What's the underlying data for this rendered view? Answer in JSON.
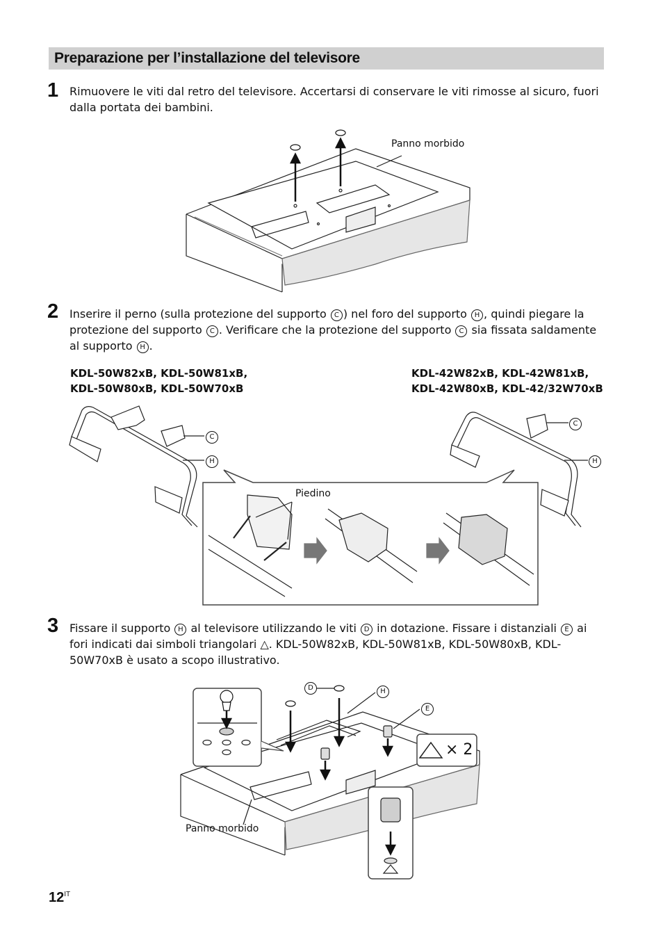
{
  "section": {
    "title": "Preparazione per l’installazione del televisore"
  },
  "steps": [
    {
      "number": "1",
      "text": "Rimuovere le viti dal retro del televisore. Accertarsi di conservare le viti rimosse al sicuro, fuori dalla portata dei bambini."
    },
    {
      "number": "2",
      "text_parts": [
        "Inserire il perno (sulla protezione del supporto ",
        "C",
        ") nel foro del supporto ",
        "H",
        ", quindi piegare la protezione del supporto ",
        "C",
        ". Verificare che la protezione del supporto ",
        "C",
        " sia fissata saldamente al supporto ",
        "H",
        "."
      ]
    },
    {
      "number": "3",
      "text_parts": [
        "Fissare il supporto ",
        "H",
        " al televisore utilizzando le viti ",
        "D",
        " in dotazione. Fissare i distanziali ",
        "E",
        " ai fori indicati dai simboli triangolari △. KDL-50W82xB, KDL-50W81xB, KDL-50W80xB, KDL-50W70xB è usato a scopo illustrativo."
      ]
    }
  ],
  "models": {
    "left_line1": "KDL-50W82xB, KDL-50W81xB,",
    "left_line2": "KDL-50W80xB, KDL-50W70xB",
    "right_line1": "KDL-42W82xB, KDL-42W81xB,",
    "right_line2": "KDL-42W80xB, KDL-42/32W70xB"
  },
  "callouts": {
    "soft_cloth_1": "Panno morbido",
    "foot": "Piedino",
    "soft_cloth_3": "Panno morbido",
    "c": "C",
    "h": "H",
    "d": "D",
    "e": "E",
    "times_two": "× 2"
  },
  "footer": {
    "page": "12",
    "lang": "IT"
  }
}
